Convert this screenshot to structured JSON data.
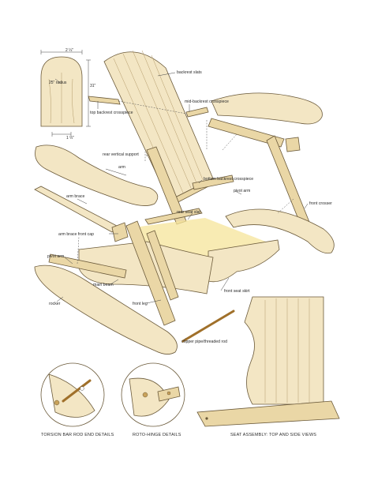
{
  "labels": {
    "backrest_slats": "backrest slats",
    "mid_backrest_crosspiece": "mid-backrest crosspiece",
    "top_backrest_crosspiece": "top backrest crosspiece",
    "rear_vertical_support": "rear vertical support",
    "arm": "arm",
    "bottom_backrest_crosspiece": "bottom backrest crosspiece",
    "pivot_arm_upper": "pivot arm",
    "front_crosser": "front crosser",
    "arm_brace": "arm brace",
    "rear_seat_slat": "rear seat slat",
    "arm_brace_front_cap": "arm brace front cap",
    "pivot_arm_lower": "pivot arm",
    "main_beam": "main beam",
    "front_seat_skirt": "front seat skirt",
    "rocker": "rocker",
    "front_leg": "front leg",
    "copper_pipe": "copper pipe/threaded rod"
  },
  "dimensions": {
    "top_width": "2 ¼\"",
    "radius": "25\" radius",
    "height": "31\"",
    "bottom_width": "1 ½\""
  },
  "captions": {
    "torsion": "TORSION BAR ROD END DETAILS",
    "roto": "ROTO-HINGE DETAILS",
    "seat": "SEAT ASSEMBLY: TOP AND SIDE VIEWS"
  },
  "colors": {
    "wood_light": "#f3e6c4",
    "wood_mid": "#ead7a6",
    "highlight": "#f6e49a",
    "outline": "#6b5a3a"
  }
}
